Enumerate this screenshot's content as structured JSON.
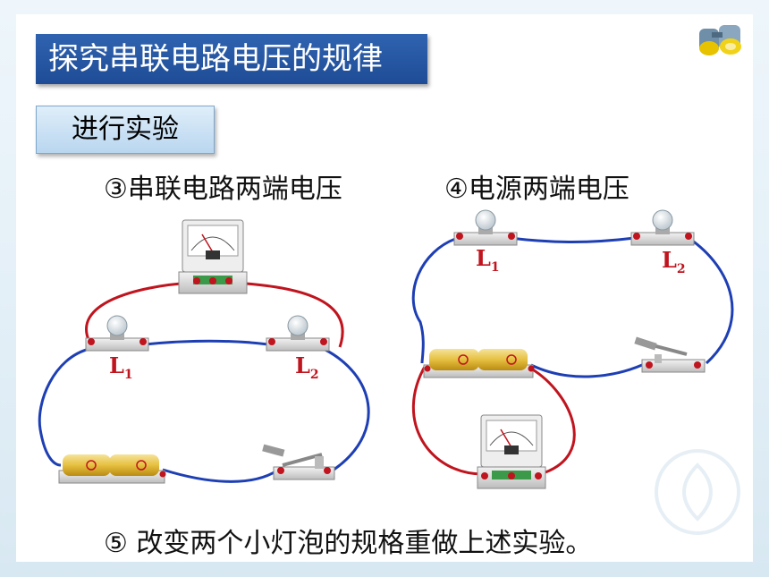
{
  "slide": {
    "title": "探究串联电路电压的规律",
    "section": "进行实验",
    "step3": "③串联电路两端电压",
    "step4": "④电源两端电压",
    "step5": "⑤ 改变两个小灯泡的规格重做上述实验。"
  },
  "labels": {
    "left_bulb1": {
      "letter": "L",
      "sub": "1"
    },
    "left_bulb2": {
      "letter": "L",
      "sub": "2"
    },
    "right_bulb1": {
      "letter": "L",
      "sub": "1"
    },
    "right_bulb2": {
      "letter": "L",
      "sub": "2"
    }
  },
  "colors": {
    "title_bg": "#1f4c96",
    "wire_blue": "#1e3fb4",
    "wire_red": "#c0141e",
    "label_red": "#c0141e"
  },
  "icons": [
    "binoculars-icon",
    "voltmeter-icon",
    "bulb-icon",
    "battery-icon",
    "switch-icon"
  ]
}
